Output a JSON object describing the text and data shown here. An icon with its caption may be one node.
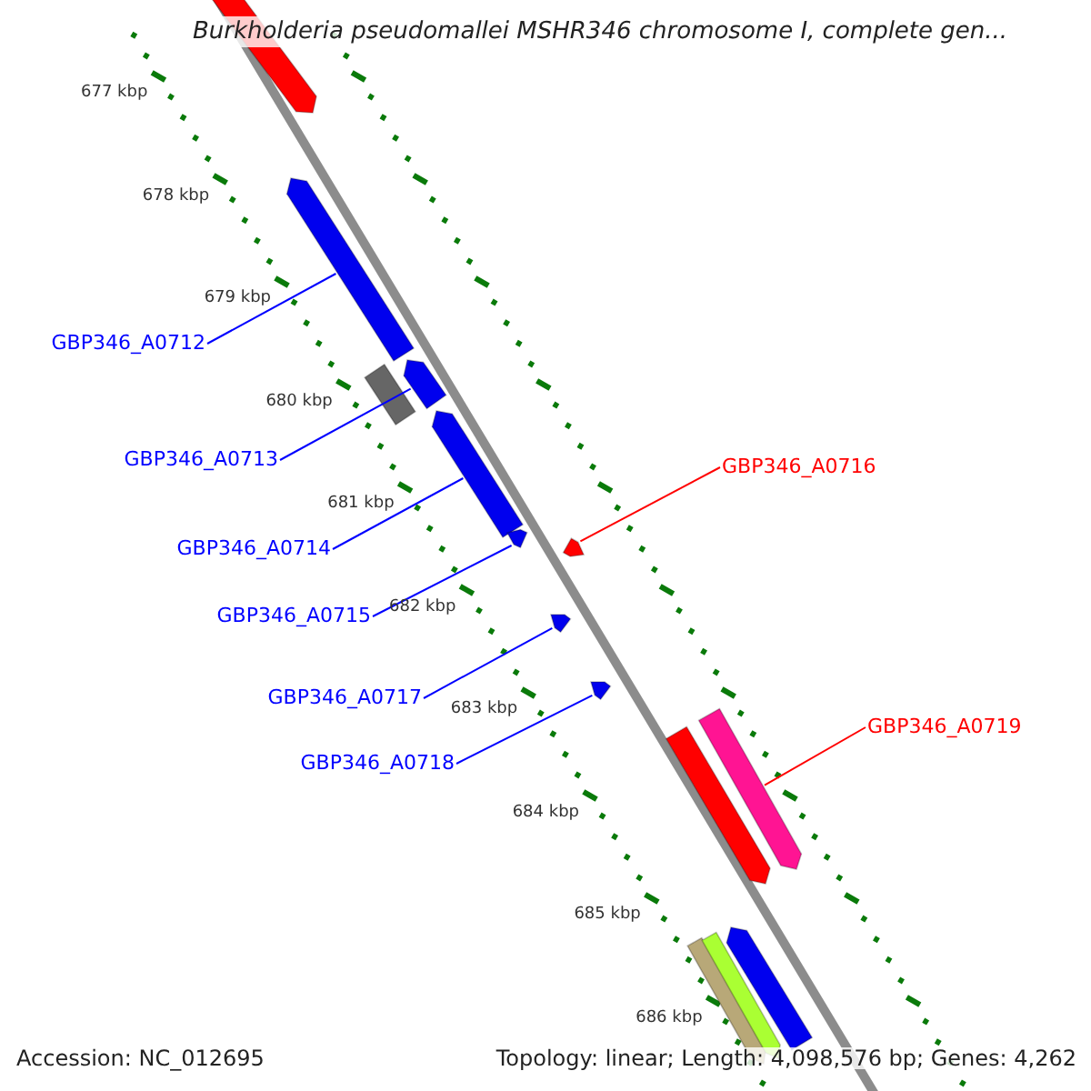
{
  "diagram": {
    "title": "Burkholderia pseudomallei MSHR346 chromosome I, complete gen...",
    "nodes": [
      {
        "text": [],
        "shape": "arrow"
      },
      {
        "text": [],
        "shape": "arrow"
      },
      {
        "text": [
          "GBP346_A0712"
        ]
      },
      {
        "text": [],
        "shape": "arrow"
      },
      {
        "text": [],
        "shape": "bar"
      },
      {
        "text": [
          "GBP346_A0713"
        ]
      },
      {
        "text": [],
        "shape": "arrow"
      },
      {
        "text": [
          "GBP346_A0716"
        ]
      },
      {
        "text": [
          "GBP346_A0714"
        ]
      },
      {
        "text": [],
        "shape": "arrow"
      },
      {
        "text": [],
        "shape": "arrow"
      },
      {
        "text": [
          "GBP346_A0715"
        ]
      },
      {
        "text": [],
        "shape": "arrow"
      },
      {
        "text": [
          "GBP346_A0717"
        ]
      },
      {
        "text": [],
        "shape": "arrow"
      },
      {
        "text": [
          "GBP346_A0718"
        ]
      },
      {
        "text": [
          "GBP346_A0719"
        ]
      },
      {
        "text": [],
        "shape": "arrow"
      },
      {
        "text": [],
        "shape": "arrow"
      },
      {
        "text": [],
        "shape": "arrow"
      },
      {
        "text": [],
        "shape": "arrow"
      },
      {
        "text": [],
        "shape": "arrow"
      }
    ],
    "edges": [
      {
        "from": 2,
        "to": 1,
        "arrow": "none"
      },
      {
        "from": 5,
        "to": 3,
        "arrow": "none"
      },
      {
        "from": 7,
        "to": 10,
        "arrow": "none",
        "color": "#ff0000"
      },
      {
        "from": 8,
        "to": 6,
        "arrow": "none"
      },
      {
        "from": 11,
        "to": 9,
        "arrow": "none"
      },
      {
        "from": 13,
        "to": 12,
        "arrow": "none"
      },
      {
        "from": 15,
        "to": 14,
        "arrow": "none"
      },
      {
        "from": 16,
        "to": 17,
        "arrow": "none",
        "color": "#ff0000"
      }
    ],
    "labels": [
      "677 kbp",
      "678 kbp",
      "679 kbp",
      "680 kbp",
      "681 kbp",
      "682 kbp",
      "683 kbp",
      "684 kbp",
      "685 kbp",
      "686 kbp",
      "Accession: NC_012695",
      "Topology: linear; Length: 4,098,576 bp; Genes: 4,262"
    ]
  }
}
